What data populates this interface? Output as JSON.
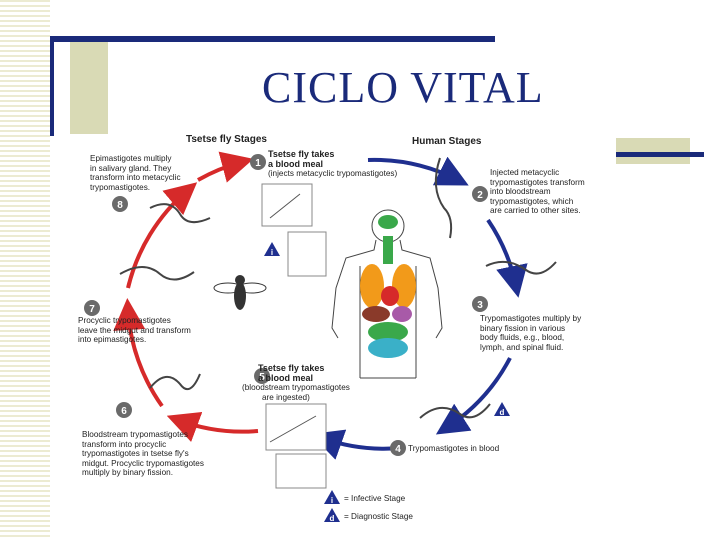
{
  "slide": {
    "title": "CICLO VITAL"
  },
  "diagram": {
    "tsetse_header": "Tsetse fly Stages",
    "human_header": "Human Stages",
    "steps": [
      {
        "num": "1",
        "lines": [
          "Tsetse fly takes",
          "a blood meal",
          "(injects metacyclic trypomastigotes)"
        ]
      },
      {
        "num": "2",
        "lines": [
          "Injected metacyclic",
          "trypomastigotes transform",
          "into bloodstream",
          "trypomastigotes, which",
          "are carried to other sites."
        ]
      },
      {
        "num": "3",
        "lines": [
          "Trypomastigotes multiply by",
          "binary fission in various",
          "body fluids, e.g., blood,",
          "lymph, and spinal fluid."
        ]
      },
      {
        "num": "4",
        "lines": [
          "Trypomastigotes in blood"
        ]
      },
      {
        "num": "5",
        "lines": [
          "Tsetse fly takes",
          "a blood meal",
          "(bloodstream trypomastigotes",
          "are ingested)"
        ]
      },
      {
        "num": "6",
        "lines": [
          "Bloodstream trypomastigotes",
          "transform into procyclic",
          "trypomastigotes in tsetse fly's",
          "midgut. Procyclic trypomastigotes",
          "multiply by binary fission."
        ]
      },
      {
        "num": "7",
        "lines": [
          "Procyclic trypomastigotes",
          "leave the midgut and transform",
          "into epimastigotes."
        ]
      },
      {
        "num": "8",
        "lines": [
          "Epimastigotes multiply",
          "in salivary gland. They",
          "transform into metacyclic",
          "trypomastigotes."
        ]
      }
    ],
    "legend": [
      {
        "symbol": "i",
        "label": "= Infective Stage"
      },
      {
        "symbol": "d",
        "label": "= Diagnostic Stage"
      }
    ],
    "colors": {
      "red_arrow": "#d62a2a",
      "blue_arrow": "#1f2f8f",
      "step_circle": "#6a6a6a",
      "accent": "#1a2a7a"
    }
  }
}
